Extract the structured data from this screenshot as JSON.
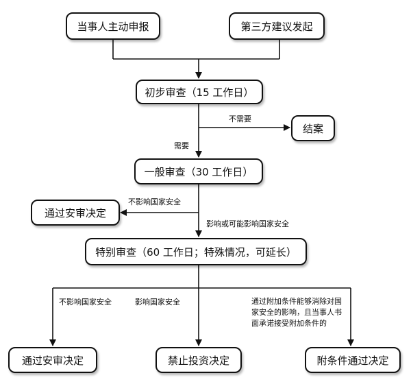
{
  "nodes": {
    "self_report": "当事人主动申报",
    "third_party": "第三方建议发起",
    "initial_review": "初步审查（15 工作日）",
    "close_case": "结案",
    "general_review": "一般审查（30 工作日）",
    "pass_a": "通过安审决定",
    "special_review": "特别审查（60 工作日；特殊情况，可延长）",
    "pass_b": "通过安审决定",
    "prohibit": "禁止投资决定",
    "conditional_pass": "附条件通过决定"
  },
  "labels": {
    "not_needed": "不需要",
    "needed": "需要",
    "no_impact_1": "不影响国家安全",
    "may_impact": "影响或可能影响国家安全",
    "no_impact_2": "不影响国家安全",
    "impact": "影响国家安全",
    "conditions": "通过附加条件能够消除对国家安全的影响，且当事人书面承诺接受附加条件的"
  }
}
